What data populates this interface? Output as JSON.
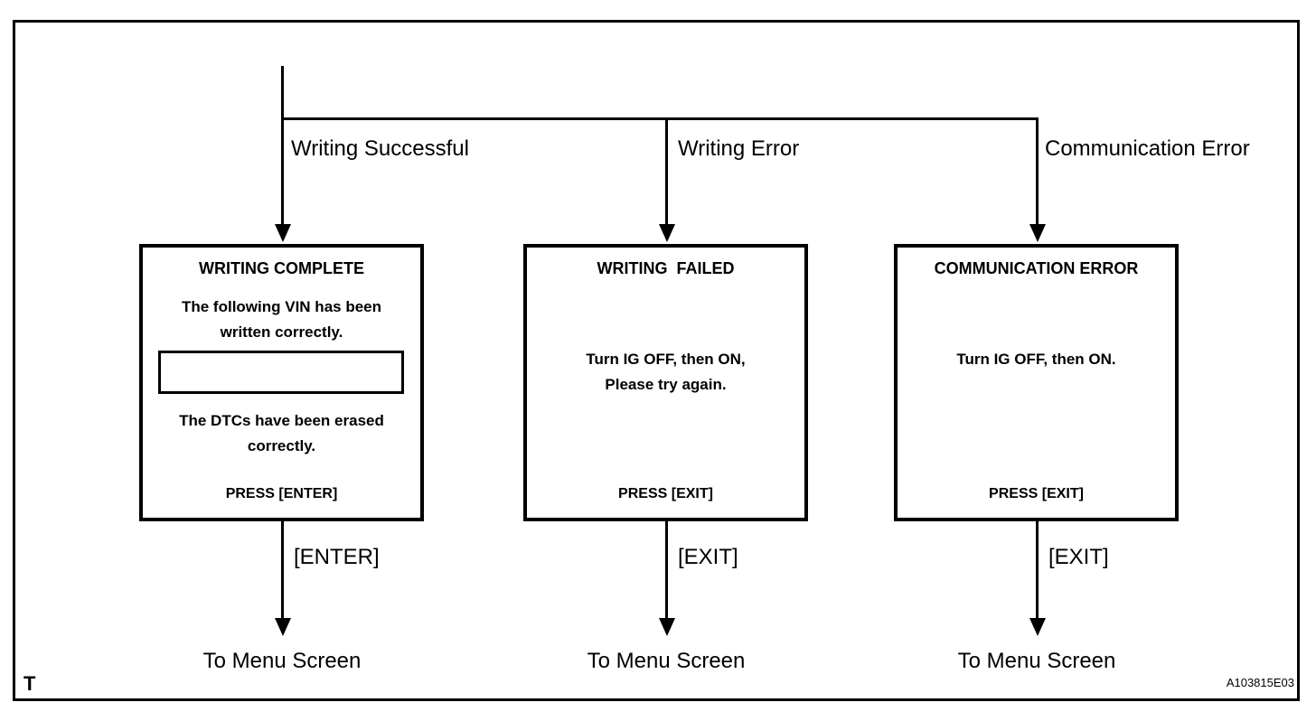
{
  "diagram": {
    "page_label": "T",
    "figure_code": "A103815E03",
    "colors": {
      "line": "#000000",
      "background": "#ffffff"
    },
    "branches": [
      {
        "label": "Writing Successful",
        "box": {
          "title": "WRITING COMPLETE",
          "body_top": "The following VIN has been\nwritten correctly.",
          "vin_field_value": "",
          "body_bottom": "The DTCs have been erased\ncorrectly.",
          "press": "PRESS [ENTER]"
        },
        "key_label": "[ENTER]",
        "destination": "To Menu Screen"
      },
      {
        "label": "Writing Error",
        "box": {
          "title": "WRITING  FAILED",
          "body": "Turn IG OFF, then ON,\nPlease try again.",
          "press": "PRESS [EXIT]"
        },
        "key_label": "[EXIT]",
        "destination": "To Menu Screen"
      },
      {
        "label": "Communication Error",
        "box": {
          "title": "COMMUNICATION ERROR",
          "body": "Turn IG OFF, then ON.",
          "press": "PRESS [EXIT]"
        },
        "key_label": "[EXIT]",
        "destination": "To Menu Screen"
      }
    ]
  }
}
